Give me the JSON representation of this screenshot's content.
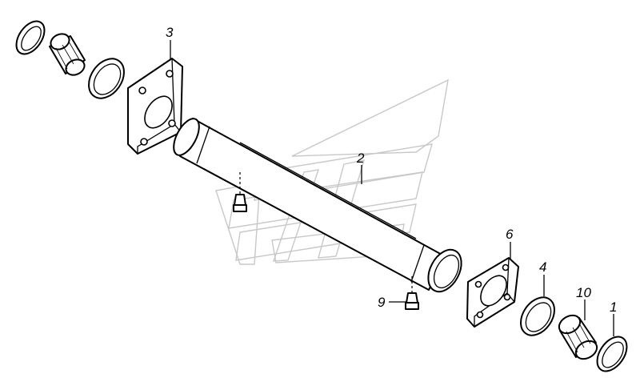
{
  "callouts": {
    "part_1": "1",
    "part_2": "2",
    "part_3": "3",
    "part_4": "4",
    "part_6": "6",
    "part_9": "9",
    "part_10": "10"
  },
  "colors": {
    "line": "#000000",
    "watermark": "#c8c8c8",
    "background": "#ffffff"
  }
}
